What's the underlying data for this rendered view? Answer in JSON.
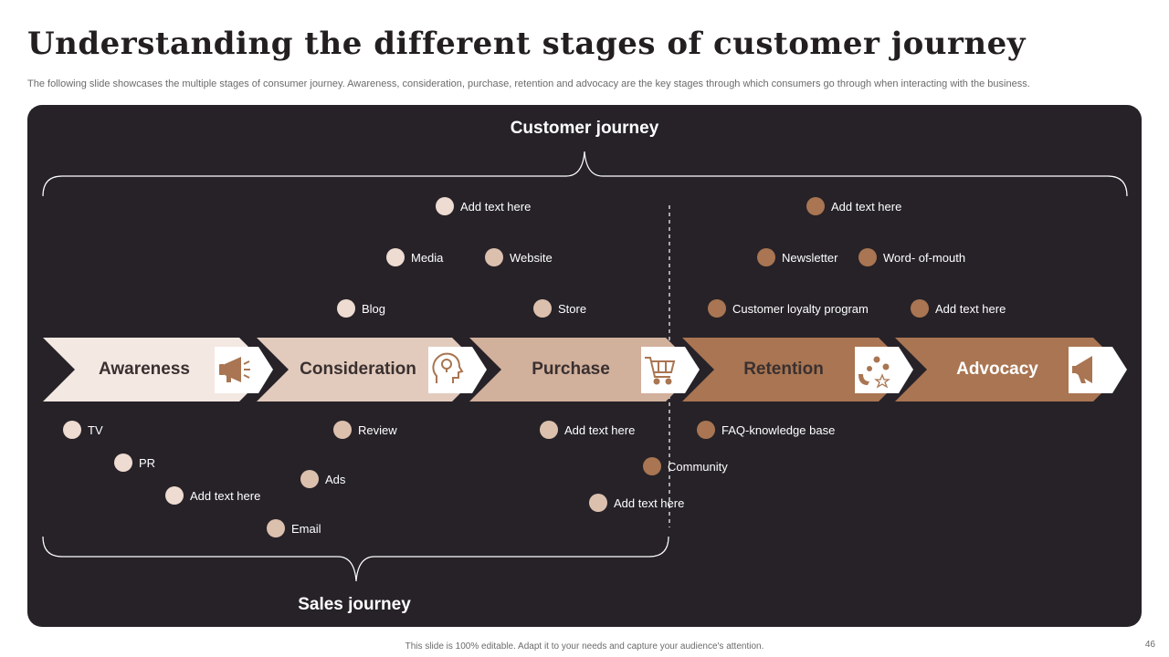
{
  "title": "Understanding the different stages of customer journey",
  "subtitle": "The following slide showcases the multiple stages of consumer journey. Awareness, consideration, purchase, retention and advocacy are the key stages through which consumers go through when interacting with the business.",
  "customer_journey_label": "Customer journey",
  "sales_journey_label": "Sales journey",
  "stages": [
    {
      "label": "Awareness",
      "icon": "megaphone-icon",
      "fill": "#f3e8e2",
      "text_color": "#3a3030"
    },
    {
      "label": "Consideration",
      "icon": "idea-head-icon",
      "fill": "#e2cbbd",
      "text_color": "#3a3030"
    },
    {
      "label": "Purchase",
      "icon": "shopping-cart-icon",
      "fill": "#d1b09c",
      "text_color": "#3a3030"
    },
    {
      "label": "Retention",
      "icon": "customer-magnet-icon",
      "fill": "#a97552",
      "text_color": "#3a3030"
    },
    {
      "label": "Advocacy",
      "icon": "announcement-icon",
      "fill": "#a97552",
      "text_color": "#ffffff"
    }
  ],
  "items": {
    "awareness": [
      "TV",
      "PR",
      "Add text here"
    ],
    "consideration_top": [
      "Blog",
      "Media",
      "Add text here"
    ],
    "consideration_bottom": [
      "Review",
      "Ads",
      "Email"
    ],
    "purchase_top": [
      "Website",
      "Store"
    ],
    "purchase_bottom": [
      "Add text here",
      "Add text here"
    ],
    "retention_top": [
      "Add text here",
      "Newsletter",
      "Customer loyalty program"
    ],
    "retention_bottom": [
      "FAQ-knowledge  base",
      "Community"
    ],
    "advocacy_top": [
      "Word- of-mouth",
      "Add text here"
    ]
  },
  "colors": {
    "panel": "#262228",
    "light_dot": "#eedbd1",
    "mid_dot": "#dcc0ae",
    "brown_dot": "#a97552"
  },
  "footer": "This slide is 100% editable. Adapt it to your needs and capture your audience's attention.",
  "page_number": "46"
}
